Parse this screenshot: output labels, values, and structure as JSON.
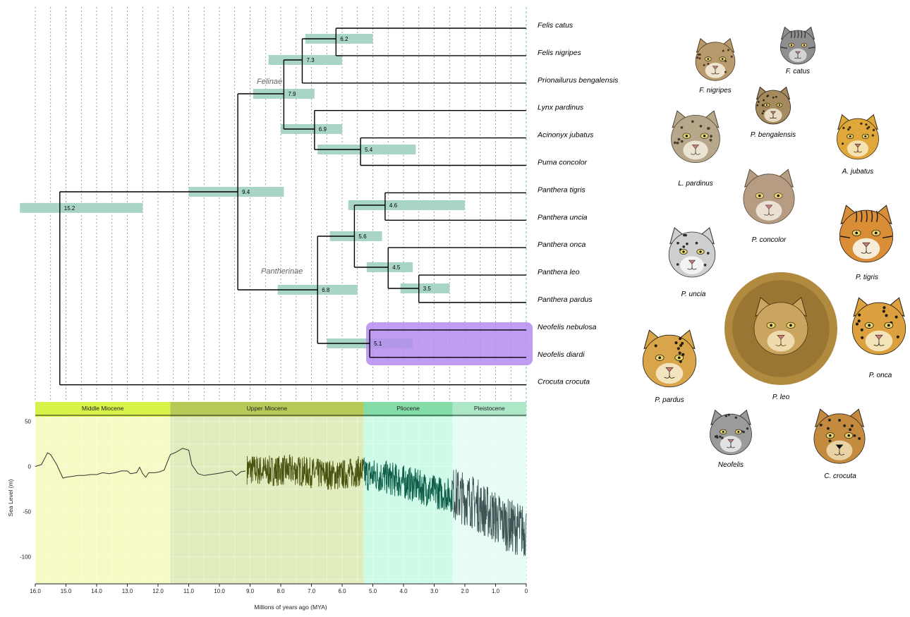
{
  "tree": {
    "taxa": [
      "Felis catus",
      "Felis nigripes",
      "Prionailurus bengalensis",
      "Lynx pardinus",
      "Acinonyx jubatus",
      "Puma concolor",
      "Panthera tigris",
      "Panthera uncia",
      "Panthera onca",
      "Panthera leo",
      "Panthera pardus",
      "Neofelis nebulosa",
      "Neofelis diardi",
      "Crocuta crocuta"
    ],
    "nodes": [
      {
        "label": "15.2",
        "age": 15.2,
        "ci": [
          16.5,
          12.5
        ]
      },
      {
        "label": "9.4",
        "age": 9.4,
        "ci": [
          11.0,
          7.9
        ]
      },
      {
        "label": "7.9",
        "age": 7.9,
        "ci": [
          8.9,
          6.9
        ]
      },
      {
        "label": "7.3",
        "age": 7.3,
        "ci": [
          8.4,
          6.0
        ]
      },
      {
        "label": "6.2",
        "age": 6.2,
        "ci": [
          7.2,
          5.0
        ]
      },
      {
        "label": "6.9",
        "age": 6.9,
        "ci": [
          8.0,
          6.0
        ]
      },
      {
        "label": "5.4",
        "age": 5.4,
        "ci": [
          6.8,
          3.6
        ]
      },
      {
        "label": "6.8",
        "age": 6.8,
        "ci": [
          8.1,
          5.5
        ]
      },
      {
        "label": "5.6",
        "age": 5.6,
        "ci": [
          6.4,
          4.7
        ]
      },
      {
        "label": "4.6",
        "age": 4.6,
        "ci": [
          5.8,
          2.0
        ]
      },
      {
        "label": "4.5",
        "age": 4.5,
        "ci": [
          5.2,
          3.7
        ]
      },
      {
        "label": "3.5",
        "age": 3.5,
        "ci": [
          4.1,
          2.5
        ]
      },
      {
        "label": "5.1",
        "age": 5.1,
        "ci": [
          6.5,
          3.7
        ]
      }
    ],
    "clades": {
      "felinae": "Felinae",
      "pantherinae": "Pantherinae"
    }
  },
  "epochs": [
    {
      "name": "Middle Miocene",
      "start": 16.0,
      "end": 11.6,
      "header": "#d9f24a",
      "fill": "#f6fbc6"
    },
    {
      "name": "Upper Miocene",
      "start": 11.6,
      "end": 5.3,
      "header": "#b6ca58",
      "fill": "#e1ecbc"
    },
    {
      "name": "Pliocene",
      "start": 5.3,
      "end": 2.4,
      "header": "#84dca6",
      "fill": "#cdfbe7"
    },
    {
      "name": "Pleistocene",
      "start": 2.4,
      "end": 0.0,
      "header": "#aee7c7",
      "fill": "#e8fcf6"
    }
  ],
  "chart_data": {
    "type": "line",
    "ylabel": "Sea Level (m)",
    "xlabel": "Millions of years ago (MYA)",
    "xlim": [
      16,
      0
    ],
    "ylim": [
      -130,
      55
    ],
    "x_ticks": [
      "16.0",
      "15.0",
      "14.0",
      "13.0",
      "12.0",
      "11.0",
      "10.0",
      "9.0",
      "8.0",
      "7.0",
      "6.0",
      "5.0",
      "4.0",
      "3.0",
      "2.0",
      "1.0",
      "0"
    ],
    "y_ticks": [
      "50",
      "0",
      "-50",
      "-100"
    ],
    "smooth_segment": [
      [
        16.0,
        0
      ],
      [
        15.8,
        2
      ],
      [
        15.6,
        15
      ],
      [
        15.5,
        13
      ],
      [
        15.3,
        2
      ],
      [
        15.1,
        -13
      ],
      [
        15.0,
        -12
      ],
      [
        14.8,
        -11
      ],
      [
        14.6,
        -10
      ],
      [
        14.4,
        -10
      ],
      [
        14.2,
        -9
      ],
      [
        14.0,
        -9
      ],
      [
        13.8,
        -7
      ],
      [
        13.6,
        -8
      ],
      [
        13.4,
        -7
      ],
      [
        13.2,
        -5
      ],
      [
        13.0,
        -5
      ],
      [
        12.9,
        -8
      ],
      [
        12.7,
        -7
      ],
      [
        12.6,
        -1
      ],
      [
        12.5,
        -8
      ],
      [
        12.4,
        -12
      ],
      [
        12.3,
        -7
      ],
      [
        12.1,
        -7
      ],
      [
        11.95,
        -6
      ],
      [
        11.8,
        -4
      ],
      [
        11.6,
        13
      ],
      [
        11.4,
        16
      ],
      [
        11.2,
        20
      ],
      [
        11.0,
        18
      ],
      [
        10.9,
        2
      ],
      [
        10.7,
        -8
      ],
      [
        10.5,
        -10
      ],
      [
        10.3,
        -9
      ],
      [
        10.1,
        -8
      ],
      [
        9.9,
        -7
      ],
      [
        9.8,
        -6
      ],
      [
        9.6,
        -5
      ],
      [
        9.45,
        -10
      ],
      [
        9.3,
        -6
      ],
      [
        9.15,
        -5
      ]
    ],
    "noisy_segments": [
      {
        "start": 9.1,
        "end": 5.3,
        "color": "#4a5410",
        "center": [
          [
            9.1,
            -3
          ],
          [
            8.4,
            -5
          ],
          [
            7.6,
            -4
          ],
          [
            6.8,
            -8
          ],
          [
            6.1,
            -10
          ],
          [
            5.4,
            -5
          ]
        ],
        "amplitude": 17
      },
      {
        "start": 5.3,
        "end": 2.4,
        "color": "#0d5d4a",
        "center": [
          [
            5.3,
            -8
          ],
          [
            4.6,
            -12
          ],
          [
            3.8,
            -19
          ],
          [
            3.0,
            -28
          ],
          [
            2.4,
            -32
          ]
        ],
        "amplitude": 19
      },
      {
        "start": 2.4,
        "end": 0.0,
        "color": "#3f5555",
        "center": [
          [
            2.4,
            -30
          ],
          [
            1.8,
            -38
          ],
          [
            1.2,
            -52
          ],
          [
            0.6,
            -65
          ],
          [
            0.0,
            -72
          ]
        ],
        "amplitude": 30
      }
    ]
  },
  "portraits": [
    {
      "name": "F. catus",
      "coat": "#8f8f8f",
      "dark": "#3b3b3b",
      "light": "#d3d3d3",
      "spots": false,
      "stripes": true
    },
    {
      "name": "F.  nigripes",
      "coat": "#b89a6c",
      "dark": "#4a3a24",
      "light": "#efe5cf",
      "spots": true,
      "stripes": false
    },
    {
      "name": "P. bengalensis",
      "coat": "#a58a5d",
      "dark": "#2e241a",
      "light": "#e8dcc4",
      "spots": true,
      "stripes": false
    },
    {
      "name": "L. pardinus",
      "coat": "#b7a88c",
      "dark": "#4b4030",
      "light": "#ece4d2",
      "spots": true,
      "stripes": false
    },
    {
      "name": "A. jubatus",
      "coat": "#e0a83a",
      "dark": "#3a2a10",
      "light": "#f5e2b0",
      "spots": true,
      "stripes": false
    },
    {
      "name": "P. concolor",
      "coat": "#b69c82",
      "dark": "#5a4a3c",
      "light": "#ebe0d4",
      "spots": false,
      "stripes": false
    },
    {
      "name": "P. tigris",
      "coat": "#d88d36",
      "dark": "#1f1a14",
      "light": "#f6ecd8",
      "spots": false,
      "stripes": true
    },
    {
      "name": "P. uncia",
      "coat": "#cfcfcf",
      "dark": "#2a2a2a",
      "light": "#f3f3f3",
      "spots": true,
      "stripes": false
    },
    {
      "name": "P. leo",
      "coat": "#c9a560",
      "dark": "#4b3510",
      "light": "#efdcae",
      "spots": false,
      "stripes": false
    },
    {
      "name": "P. onca",
      "coat": "#dca03e",
      "dark": "#221a10",
      "light": "#f4e2b8",
      "spots": true,
      "stripes": false
    },
    {
      "name": "P. pardus",
      "coat": "#d9a54a",
      "dark": "#2a1e10",
      "light": "#f4e4bd",
      "spots": true,
      "stripes": false
    },
    {
      "name": "Neofelis",
      "coat": "#9b9b9b",
      "dark": "#2f2f2f",
      "light": "#e2e2e2",
      "spots": true,
      "stripes": false
    },
    {
      "name": "C. crocuta",
      "coat": "#c48b3e",
      "dark": "#2c2620",
      "light": "#e9d2a4",
      "spots": true,
      "stripes": false
    }
  ],
  "colors": {
    "ci_bar": "#a9d6c4",
    "highlight": "#b58cf0",
    "branch": "#000000",
    "grid": "#777777"
  }
}
